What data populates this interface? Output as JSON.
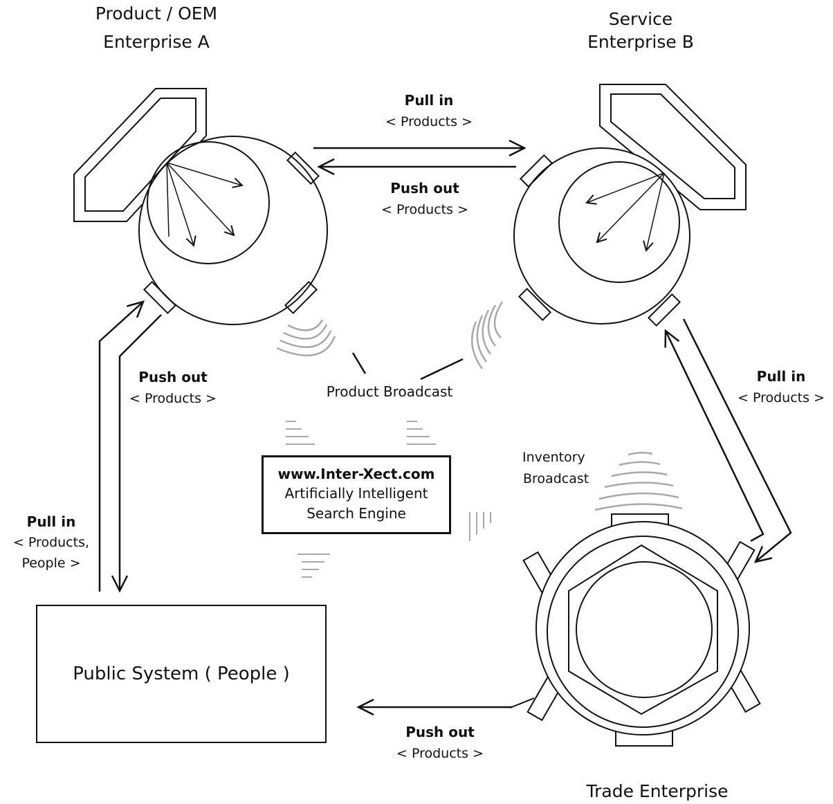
{
  "enterprise_a": {
    "title_line1": "Product / OEM",
    "title_line2": "Enterprise A"
  },
  "enterprise_b": {
    "title_line1": "Service",
    "title_line2": "Enterprise B"
  },
  "trade": {
    "title": "Trade Enterprise"
  },
  "flow_a_to_b": {
    "heading": "Pull in",
    "sub": "< Products >"
  },
  "flow_b_to_a": {
    "heading": "Push out",
    "sub": "< Products >"
  },
  "flow_a_to_public": {
    "heading": "Push out",
    "sub": "< Products >"
  },
  "flow_public_to_a": {
    "heading": "Pull in",
    "sub_line1": "< Products,",
    "sub_line2": "People >"
  },
  "flow_b_trade": {
    "heading": "Pull in",
    "sub": "< Products >"
  },
  "flow_trade_to_public": {
    "heading": "Push out",
    "sub": "< Products >"
  },
  "product_broadcast": "Product Broadcast",
  "inventory_broadcast": {
    "line1": "Inventory",
    "line2": "Broadcast"
  },
  "search_engine": {
    "url": "www.Inter-Xect.com",
    "line1": "Artificially Intelligent",
    "line2": "Search Engine"
  },
  "public_system": "Public System ( People )",
  "colors": {
    "line": "#111111",
    "broadcast_wave": "#a8a8a8"
  }
}
